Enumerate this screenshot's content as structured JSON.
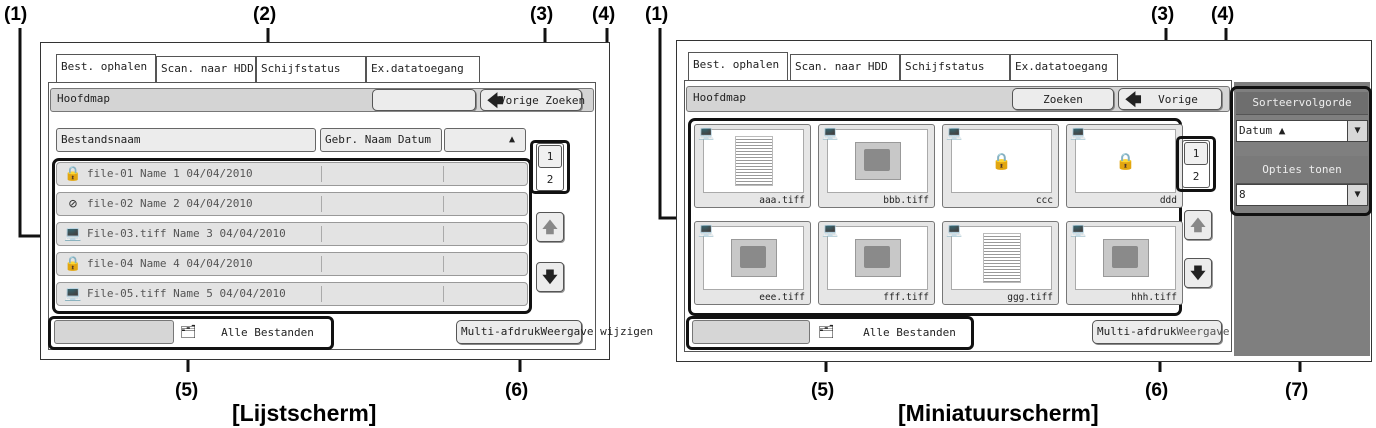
{
  "callouts": [
    "(1)",
    "(2)",
    "(3)",
    "(4)",
    "(5)",
    "(6)",
    "(7)"
  ],
  "captions": {
    "left": "[Lijstscherm]",
    "right": "[Miniatuurscherm]"
  },
  "tabs": [
    "Best. ophalen",
    "Scan. naar HDD",
    "Schijfstatus",
    "Ex.datatoegang"
  ],
  "folder_label": "Hoofdmap",
  "search_button": "Zoeken",
  "back_button": "Vorige",
  "columns": [
    "Bestandsnaam",
    "Gebr. Naam",
    "Datum"
  ],
  "sort_arrow": "▲",
  "files": [
    {
      "name": "file-01",
      "user": "Name 1",
      "date": "04/04/2010",
      "icon": "lock-icon"
    },
    {
      "name": "file-02",
      "user": "Name 2",
      "date": "04/04/2010",
      "icon": "no-access-icon"
    },
    {
      "name": "File-03.tiff",
      "user": "Name 3",
      "date": "04/04/2010",
      "icon": "pc-icon"
    },
    {
      "name": "file-04",
      "user": "Name 4",
      "date": "04/04/2010",
      "icon": "lock-icon"
    },
    {
      "name": "File-05.tiff",
      "user": "Name 5",
      "date": "04/04/2010",
      "icon": "pc-icon"
    }
  ],
  "pager": {
    "current": "1",
    "total": "2"
  },
  "scroll": {
    "up": "🡅",
    "down": "🡇"
  },
  "all_files_label": "Alle Bestanden",
  "multi_print_button": "Multi-afdruk",
  "view_change_button": "Weergave wijzigen",
  "thumbnails": [
    {
      "name": "aaa.tiff",
      "kind": "document"
    },
    {
      "name": "bbb.tiff",
      "kind": "photo"
    },
    {
      "name": "ccc",
      "kind": "locked"
    },
    {
      "name": "ddd",
      "kind": "locked"
    },
    {
      "name": "eee.tiff",
      "kind": "photo"
    },
    {
      "name": "fff.tiff",
      "kind": "photo"
    },
    {
      "name": "ggg.tiff",
      "kind": "document"
    },
    {
      "name": "hhh.tiff",
      "kind": "photo"
    }
  ],
  "sort_panel": {
    "header": "Sorteervolgorde",
    "sort_value": "Datum ▲",
    "display_header": "Opties tonen",
    "display_value": "8"
  }
}
